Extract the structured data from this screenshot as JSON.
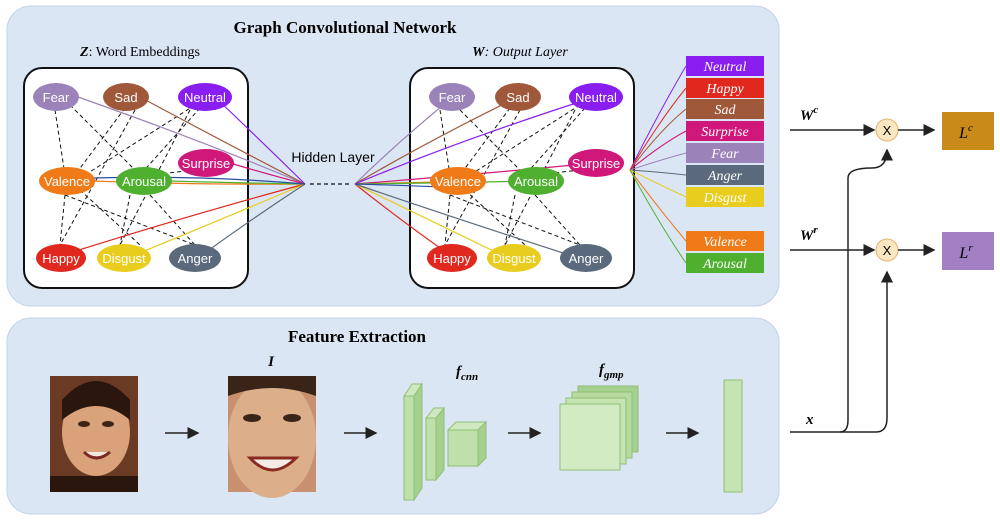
{
  "gcn": {
    "title": "Graph Convolutional Network",
    "z_label_prefix": "Z",
    "z_label_rest": ": Word Embeddings",
    "w_label_prefix": "W",
    "w_label_rest": ": Output Layer",
    "hidden_layer": "Hidden Layer",
    "nodes": {
      "fear": "Fear",
      "sad": "Sad",
      "neutral": "Neutral",
      "surprise": "Surprise",
      "valence": "Valence",
      "arousal": "Arousal",
      "happy": "Happy",
      "disgust": "Disgust",
      "anger": "Anger"
    },
    "outputs_categorical": [
      "Neutral",
      "Happy",
      "Sad",
      "Surprise",
      "Fear",
      "Anger",
      "Disgust"
    ],
    "outputs_regression": [
      "Valence",
      "Arousal"
    ]
  },
  "feature": {
    "title": "Feature Extraction",
    "image_label": "I",
    "cnn_label_main": "f",
    "cnn_label_sub": "cnn",
    "gmp_label_main": "f",
    "gmp_label_sub": "gmp"
  },
  "right": {
    "wc_main": "W",
    "wc_sup": "c",
    "wr_main": "W",
    "wr_sup": "r",
    "x_label": "x",
    "mult_symbol": "X",
    "lc_main": "L",
    "lc_sup": "c",
    "lr_main": "L",
    "lr_sup": "r"
  },
  "colors": {
    "panel": "#dbe6f4",
    "fear": "#9b82b8",
    "sad": "#a0583a",
    "neutral": "#8a1ef0",
    "surprise": "#d0177a",
    "valence": "#f07a18",
    "arousal": "#4eb02e",
    "happy": "#e0281e",
    "disgust": "#e8cc1e",
    "anger": "#5a6a7c",
    "lc_box": "#c98a1a",
    "lr_box": "#a27fc2"
  }
}
